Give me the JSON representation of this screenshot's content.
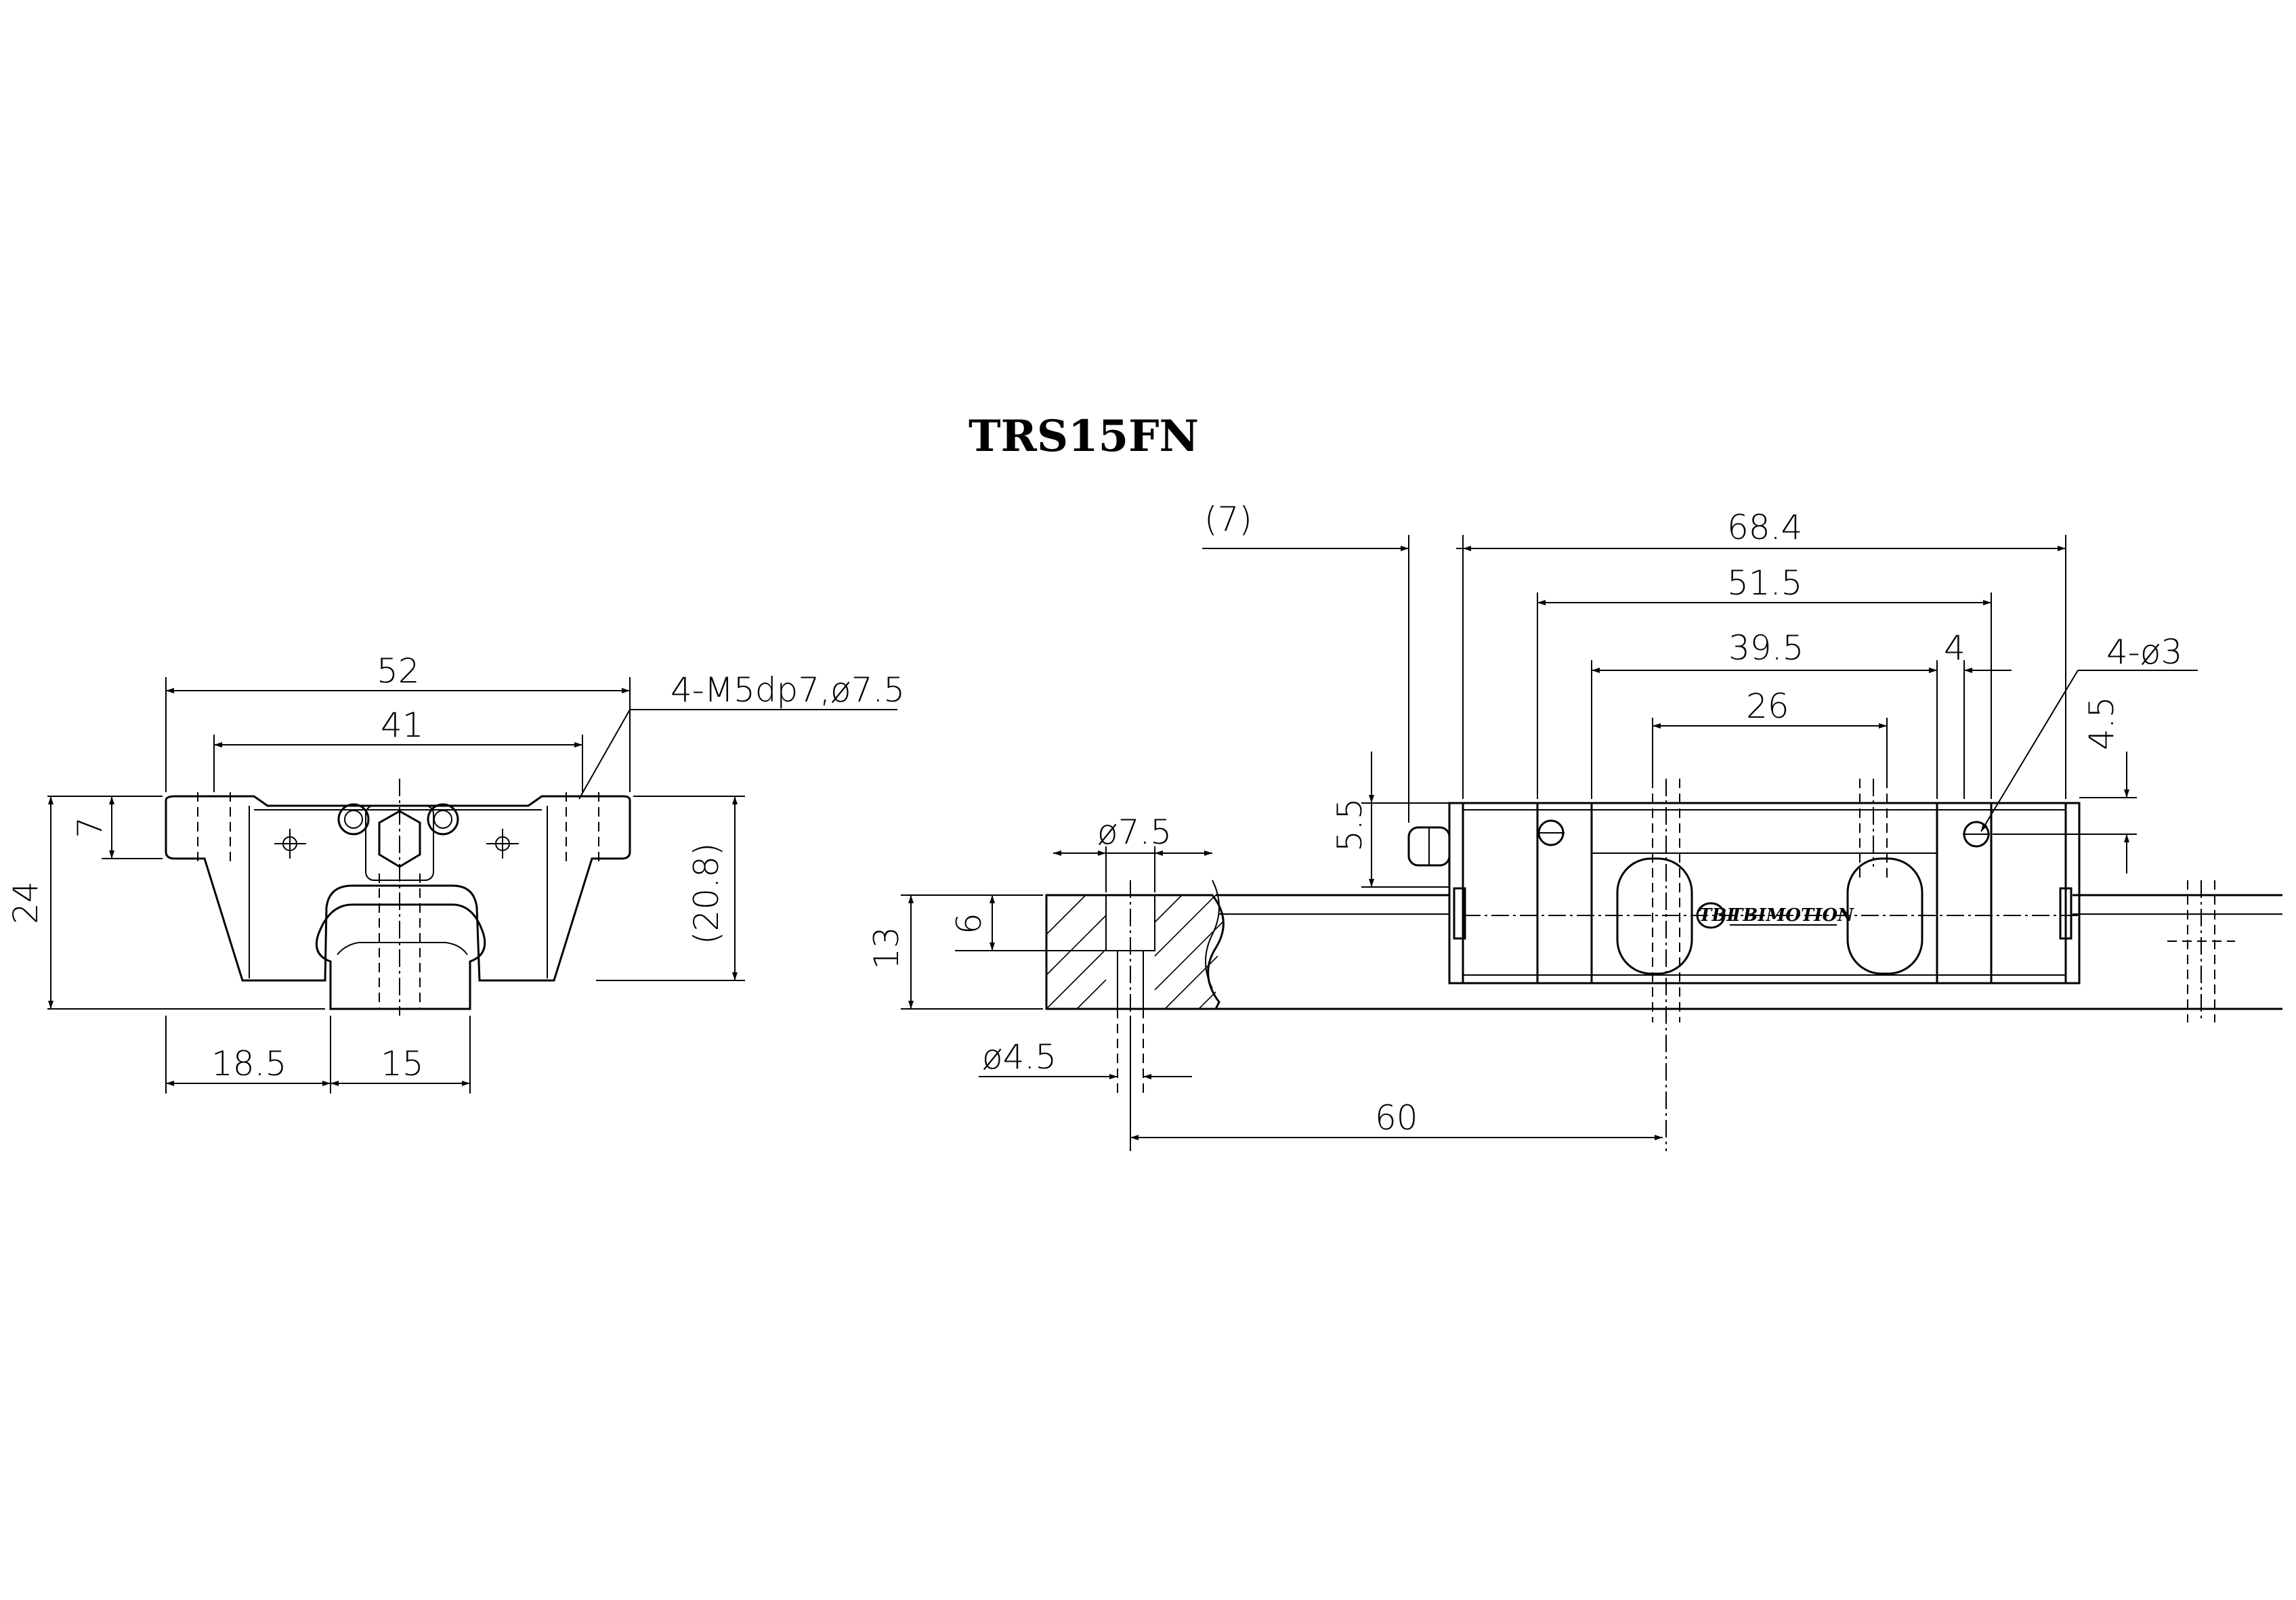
{
  "title": "TRS15FN",
  "front_view": {
    "dims": {
      "width_52": "52",
      "hole_spacing_41": "41",
      "height_24": "24",
      "flange_7": "7",
      "height_20_8": "(20.8)",
      "offset_18_5": "18.5",
      "rail_15": "15",
      "tapped_holes": "4-M5dp7,ø7.5"
    }
  },
  "side_view": {
    "dims": {
      "overhang_7": "(7)",
      "length_68_4": "68.4",
      "length_51_5": "51.5",
      "length_39_5": "39.5",
      "length_26": "26",
      "end_4": "4",
      "holes_4_d3": "4-ø3",
      "height_4_5": "4.5",
      "height_5_5": "5.5"
    },
    "logo_mark": "TBI",
    "logo_text": "TBIMOTION"
  },
  "rail_section": {
    "dims": {
      "counterbore_7_5": "ø7.5",
      "rail_height_13": "13",
      "depth_6": "6",
      "hole_4_5": "ø4.5",
      "pitch_60": "60"
    }
  }
}
